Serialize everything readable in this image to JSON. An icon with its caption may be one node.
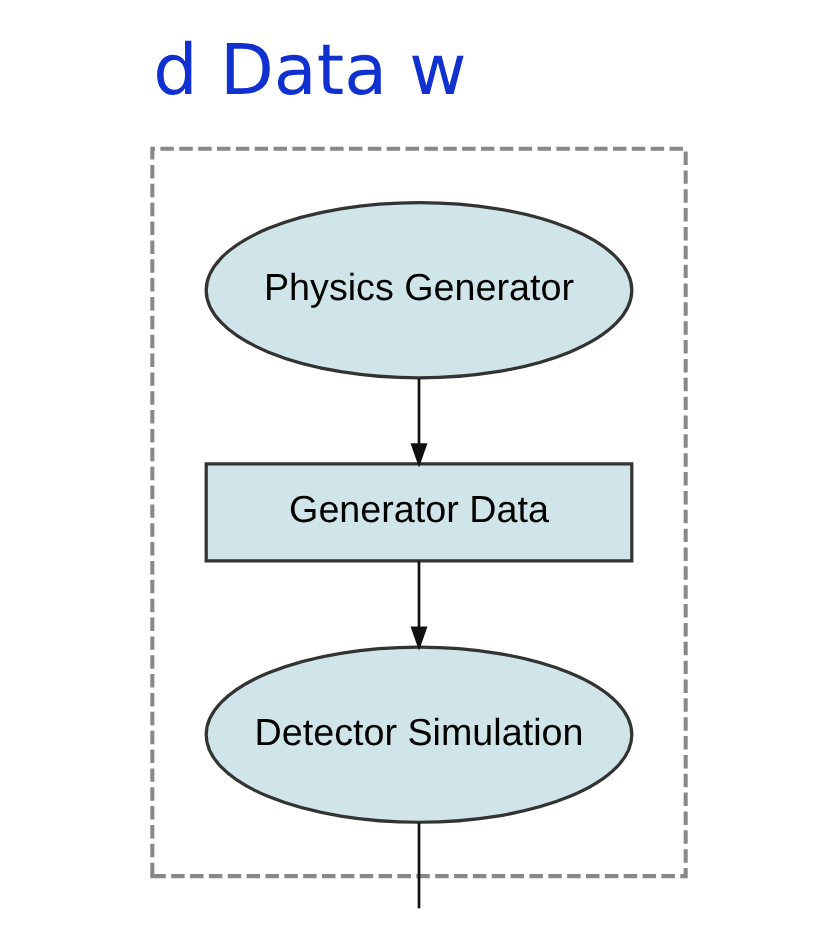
{
  "diagram": {
    "title": "d Data w",
    "nodes": [
      {
        "text": [],
        "shape": "box"
      },
      {
        "text": [
          "Physics Generator"
        ],
        "in": 0
      },
      {
        "text": [
          "Generator Data"
        ],
        "in": 0
      },
      {
        "text": [
          "Detector Simulation"
        ],
        "in": 0
      }
    ],
    "edges": [
      {
        "from": 1,
        "to": 2,
        "arrow": "to"
      },
      {
        "from": 2,
        "to": 3,
        "arrow": "to"
      },
      {
        "from": 3,
        "to": null,
        "arrow": "none"
      }
    ]
  }
}
